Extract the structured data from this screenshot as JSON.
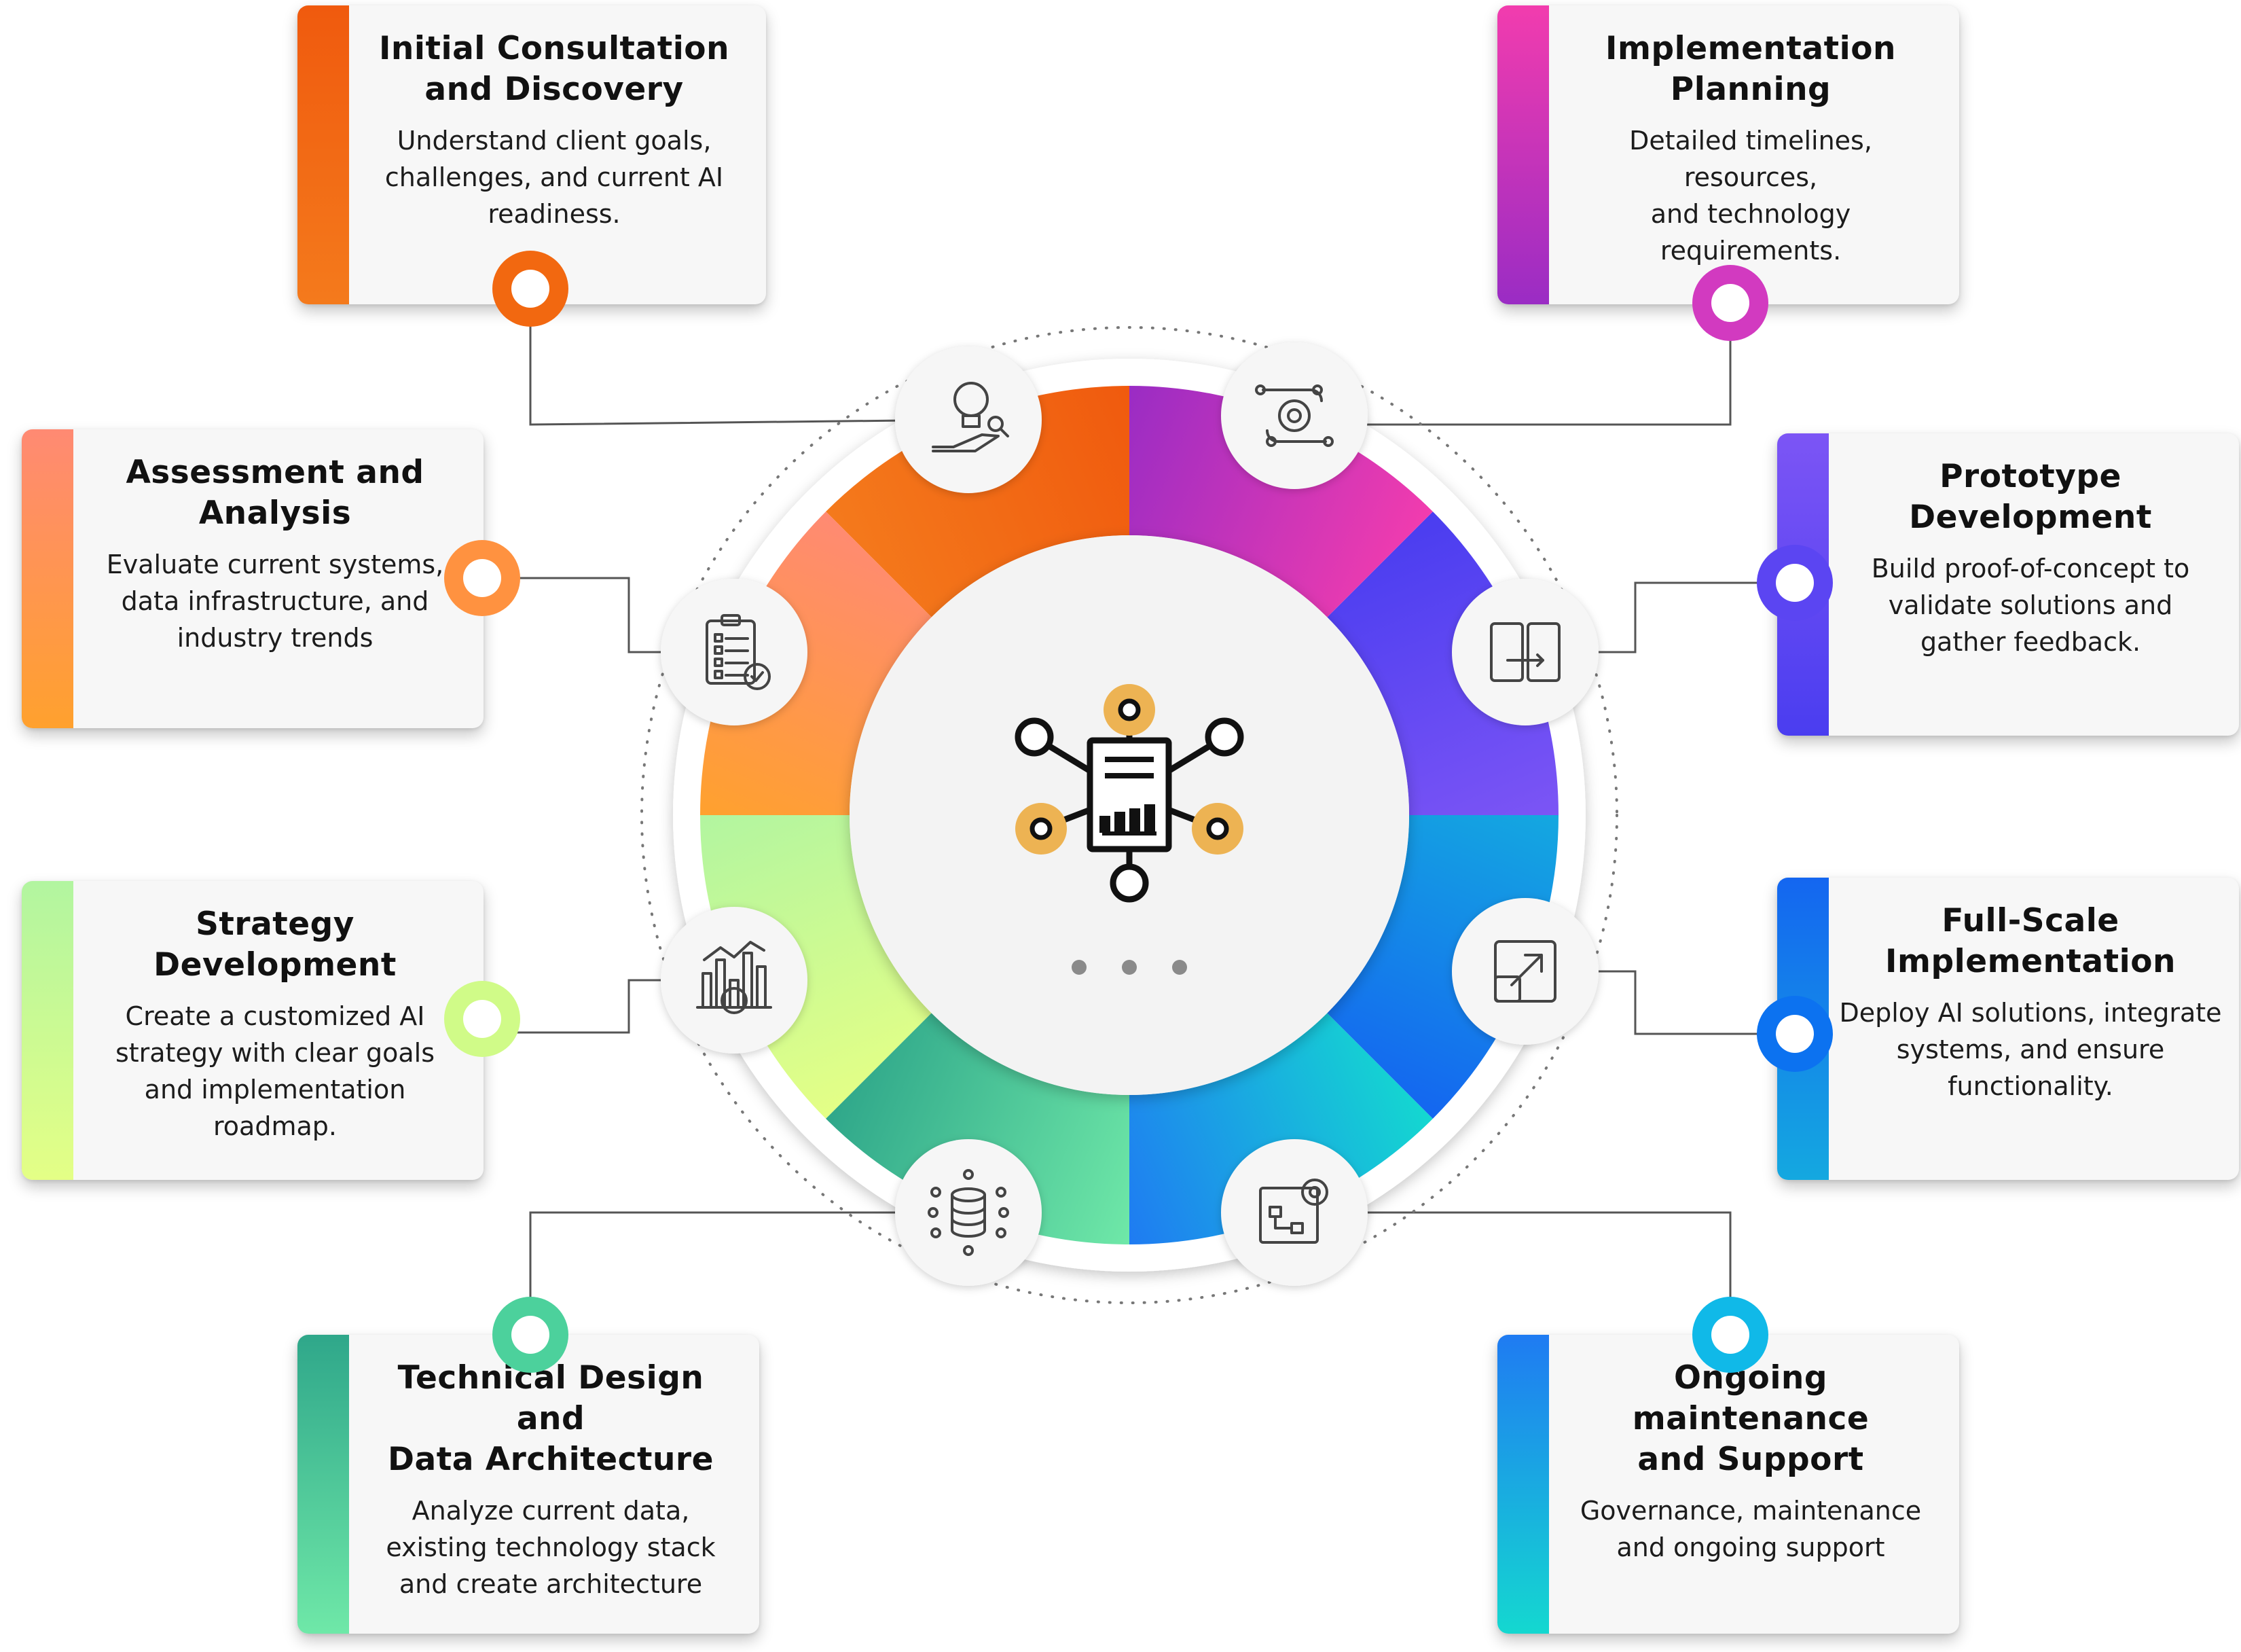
{
  "center": {
    "icon": "network-document-chart-icon",
    "dots": 3,
    "accent": "#EDB353"
  },
  "steps": [
    {
      "id": "consultation",
      "title_lines": [
        "Initial Consultation",
        "and Discovery"
      ],
      "desc_lines": [
        "Understand client goals,",
        "challenges, and current AI",
        "readiness."
      ],
      "icon": "lightbulb-hand-icon",
      "colors": [
        "#F05A0E",
        "#F47A1C"
      ],
      "accent": "#F26810"
    },
    {
      "id": "assessment",
      "title_lines": [
        "Assessment and",
        "Analysis"
      ],
      "desc_lines": [
        "Evaluate current systems,",
        "data infrastructure, and",
        "industry trends"
      ],
      "icon": "clipboard-checklist-icon",
      "colors": [
        "#FF8A73",
        "#FFA12E"
      ],
      "accent": "#FF9240"
    },
    {
      "id": "strategy",
      "title_lines": [
        "Strategy",
        "Development"
      ],
      "desc_lines": [
        "Create a customized AI",
        "strategy with clear goals",
        "and implementation",
        "roadmap."
      ],
      "icon": "ai-chart-icon",
      "colors": [
        "#B2F5A0",
        "#E4FF86"
      ],
      "accent": "#D0FB88"
    },
    {
      "id": "technical",
      "title_lines": [
        "Technical Design and",
        "Data Architecture"
      ],
      "desc_lines": [
        "Analyze current data,",
        "existing technology stack",
        "and create architecture"
      ],
      "icon": "database-network-icon",
      "colors": [
        "#2FA78A",
        "#6FE8A8"
      ],
      "accent": "#4CD19C"
    },
    {
      "id": "maintenance",
      "title_lines": [
        "Ongoing maintenance",
        "and Support"
      ],
      "desc_lines": [
        "Governance, maintenance",
        "and ongoing support"
      ],
      "icon": "blueprint-gear-icon",
      "colors": [
        "#1F7BF2",
        "#14D8D0"
      ],
      "accent": "#10B9E8"
    },
    {
      "id": "fullscale",
      "title_lines": [
        "Full-Scale",
        "Implementation"
      ],
      "desc_lines": [
        "Deploy AI solutions, integrate",
        "systems, and ensure",
        "functionality."
      ],
      "icon": "scale-arrow-icon",
      "colors": [
        "#1466F0",
        "#14A8E0"
      ],
      "accent": "#0C72F0"
    },
    {
      "id": "prototype",
      "title_lines": [
        "Prototype",
        "Development"
      ],
      "desc_lines": [
        "Build proof-of-concept to",
        "validate solutions and",
        "gather feedback."
      ],
      "icon": "dual-device-icon",
      "colors": [
        "#7C55F5",
        "#4A3DF0"
      ],
      "accent": "#5B45F2"
    },
    {
      "id": "planning",
      "title_lines": [
        "Implementation",
        "Planning"
      ],
      "desc_lines": [
        "Detailed timelines,",
        "resources,",
        "and technology",
        "requirements."
      ],
      "icon": "workflow-gear-icon",
      "colors": [
        "#F23CAE",
        "#9A2CC4"
      ],
      "accent": "#D23AC0"
    }
  ]
}
